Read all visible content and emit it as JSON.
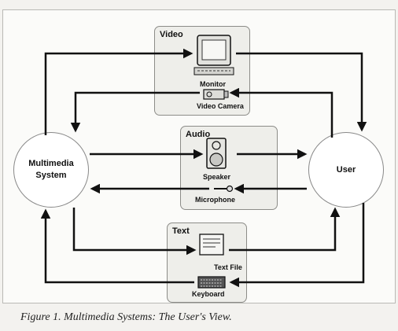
{
  "groups": {
    "video": {
      "title": "Video",
      "devices": [
        "Monitor",
        "Video Camera"
      ]
    },
    "audio": {
      "title": "Audio",
      "devices": [
        "Speaker",
        "Microphone"
      ]
    },
    "text": {
      "title": "Text",
      "devices": [
        "Text File",
        "Keyboard"
      ]
    }
  },
  "nodes": {
    "system": "Multimedia System",
    "user": "User"
  },
  "caption": "Figure 1. Multimedia Systems: The User's View."
}
